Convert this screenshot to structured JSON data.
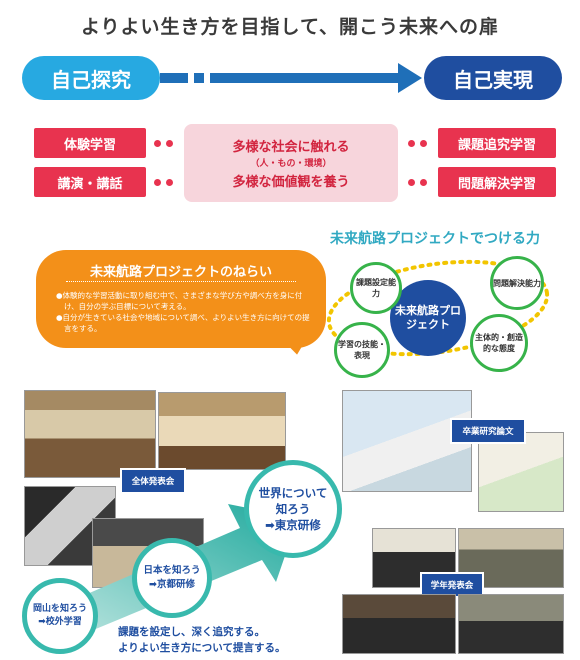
{
  "title": "よりよい生き方を目指して、開こう未来への扉",
  "flow": {
    "start": "自己探究",
    "end": "自己実現"
  },
  "left_items": [
    "体験学習",
    "講演・講話"
  ],
  "right_items": [
    "課題追究学習",
    "問題解決学習"
  ],
  "center": {
    "line1": "多様な社会に触れる",
    "line2": "（人・もの・環境）",
    "line3": "多様な価値観を養う"
  },
  "aim": {
    "title": "未来航路プロジェクトのねらい",
    "bullets": [
      "●体験的な学習活動に取り組む中で、さまざまな学び方や調べ方を身に付け、自分の学ぶ目標について考える。",
      "●自分が生きている社会や地域について調べ、よりよい生き方に向けての提言をする。"
    ]
  },
  "abilities": {
    "title": "未来航路プロジェクトでつける力",
    "core": "未来航路プロジェクト",
    "items": [
      "課題設定能力",
      "問題解決能力",
      "学習の技能・表現",
      "主体的・創造的な態度"
    ]
  },
  "photo_labels": {
    "presentation": "全体発表会",
    "thesis": "卒業研究論文",
    "grade": "学年発表会"
  },
  "steps": [
    {
      "line1": "岡山を知ろう",
      "line2": "➡校外学習"
    },
    {
      "line1": "日本を知ろう",
      "line2": "➡京都研修"
    },
    {
      "line1": "世界について",
      "line2": "知ろう",
      "line3": "➡東京研修"
    }
  ],
  "bottom": {
    "line1": "課題を設定し、深く追究する。",
    "line2": "よりよい生き方について提言する。"
  }
}
